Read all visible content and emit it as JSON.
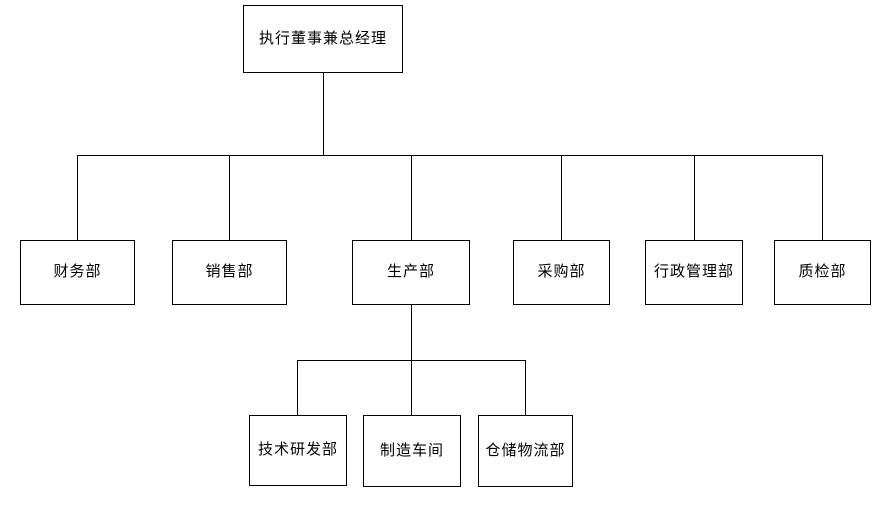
{
  "org": {
    "root": {
      "label": "执行董事兼总经理",
      "children": [
        {
          "label": "财务部"
        },
        {
          "label": "销售部"
        },
        {
          "label": "生产部",
          "children": [
            {
              "label": "技术研发部"
            },
            {
              "label": "制造车间"
            },
            {
              "label": "仓储物流部"
            }
          ]
        },
        {
          "label": "采购部"
        },
        {
          "label": "行政管理部"
        },
        {
          "label": "质检部"
        }
      ]
    }
  },
  "colors": {
    "background": "#ffffff",
    "line": "#000000",
    "box_fill": "#ffffff",
    "box_border": "#000000",
    "text": "#000000"
  }
}
